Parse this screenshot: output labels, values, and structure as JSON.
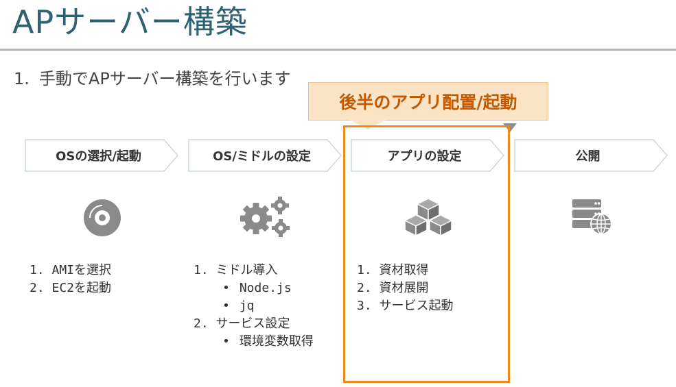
{
  "title": "APサーバー構築",
  "bullet": {
    "num": "1.",
    "text": "手動でAPサーバー構築を行います"
  },
  "callout": "後半のアプリ配置/起動",
  "steps": [
    {
      "label": "OSの選択/起動"
    },
    {
      "label": "OS/ミドルの設定"
    },
    {
      "label": "アプリの設定"
    },
    {
      "label": "公開"
    }
  ],
  "icons": [
    "disc-icon",
    "gears-icon",
    "cubes-icon",
    "server-globe-icon"
  ],
  "lists": {
    "os": [
      "1. AMIを選択",
      "2. EC2を起動"
    ],
    "middle": {
      "item1": "1. ミドル導入",
      "item1_subs": [
        "Node.js",
        "jq"
      ],
      "item2": "2. サービス設定",
      "item2_subs": [
        "環境変数取得"
      ]
    },
    "app": [
      "1. 資材取得",
      "2. 資材展開",
      "3. サービス起動"
    ]
  },
  "colors": {
    "title": "#2e6273",
    "accent_orange": "#ee8a1c",
    "callout_bg": "#fbe3c5",
    "callout_text": "#c45a00",
    "icon_gray": "#8a8a8a"
  }
}
